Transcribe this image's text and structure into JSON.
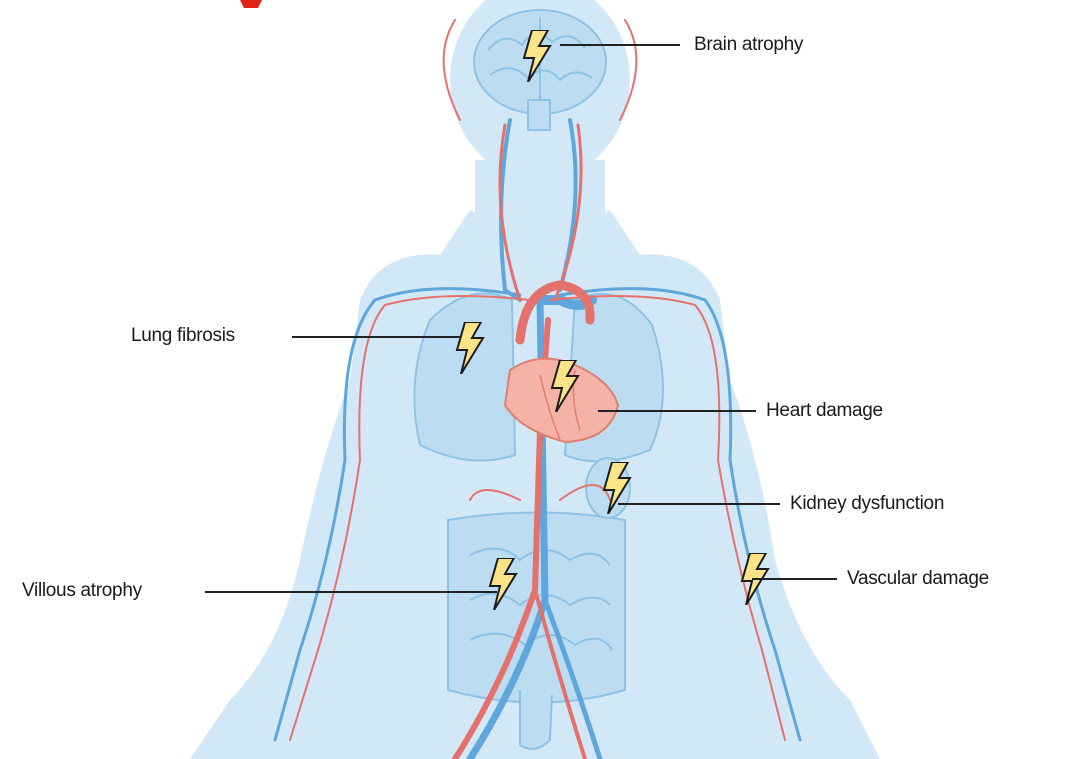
{
  "labels": {
    "brain": "Brain atrophy",
    "lung": "Lung fibrosis",
    "heart": "Heart damage",
    "kidney": "Kidney dysfunction",
    "villous": "Villous atrophy",
    "vascular": "Vascular damage"
  },
  "icons": {
    "damage_marker": "lightning-bolt-icon"
  },
  "colors": {
    "body_silhouette": "#d3e8f6",
    "organ_fill": "#bcdcf1",
    "organ_outline": "#8fc3e6",
    "vein": "#5ea6dc",
    "artery": "#e5716c",
    "heart": "#f5b3a8",
    "bolt_fill": "#fbe487",
    "bolt_outline": "#1c1c1c",
    "partial_red_text": "#e2231a"
  }
}
